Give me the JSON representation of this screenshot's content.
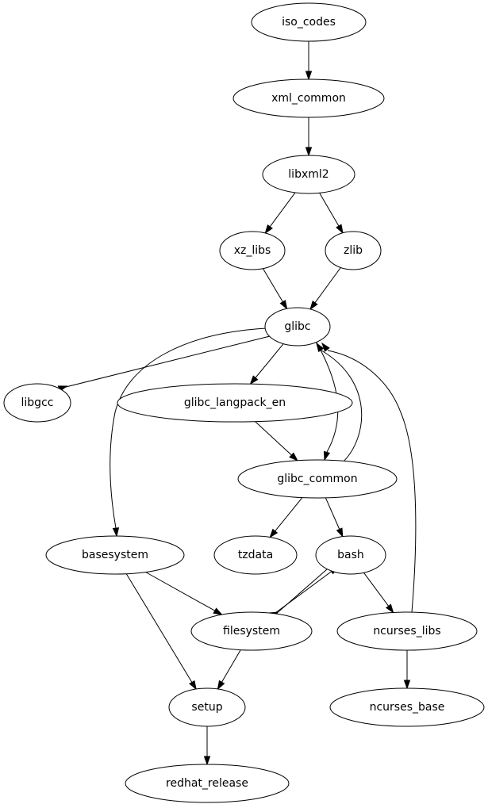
{
  "graph": {
    "type": "directed-dependency-graph",
    "nodes": [
      {
        "id": "iso_codes",
        "label": "iso_codes"
      },
      {
        "id": "xml_common",
        "label": "xml_common"
      },
      {
        "id": "libxml2",
        "label": "libxml2"
      },
      {
        "id": "xz_libs",
        "label": "xz_libs"
      },
      {
        "id": "zlib",
        "label": "zlib"
      },
      {
        "id": "glibc",
        "label": "glibc"
      },
      {
        "id": "libgcc",
        "label": "libgcc"
      },
      {
        "id": "glibc_langpack_en",
        "label": "glibc_langpack_en"
      },
      {
        "id": "glibc_common",
        "label": "glibc_common"
      },
      {
        "id": "basesystem",
        "label": "basesystem"
      },
      {
        "id": "tzdata",
        "label": "tzdata"
      },
      {
        "id": "bash",
        "label": "bash"
      },
      {
        "id": "filesystem",
        "label": "filesystem"
      },
      {
        "id": "ncurses_libs",
        "label": "ncurses_libs"
      },
      {
        "id": "setup",
        "label": "setup"
      },
      {
        "id": "ncurses_base",
        "label": "ncurses_base"
      },
      {
        "id": "redhat_release",
        "label": "redhat_release"
      }
    ],
    "edges": [
      {
        "from": "iso_codes",
        "to": "xml_common"
      },
      {
        "from": "xml_common",
        "to": "libxml2"
      },
      {
        "from": "libxml2",
        "to": "xz_libs"
      },
      {
        "from": "libxml2",
        "to": "zlib"
      },
      {
        "from": "xz_libs",
        "to": "glibc"
      },
      {
        "from": "zlib",
        "to": "glibc"
      },
      {
        "from": "glibc",
        "to": "libgcc"
      },
      {
        "from": "glibc",
        "to": "glibc_langpack_en"
      },
      {
        "from": "glibc",
        "to": "glibc_common"
      },
      {
        "from": "glibc",
        "to": "basesystem"
      },
      {
        "from": "glibc_common",
        "to": "glibc"
      },
      {
        "from": "ncurses_libs",
        "to": "glibc"
      },
      {
        "from": "glibc_langpack_en",
        "to": "glibc_common"
      },
      {
        "from": "glibc_common",
        "to": "tzdata"
      },
      {
        "from": "glibc_common",
        "to": "bash"
      },
      {
        "from": "basesystem",
        "to": "filesystem"
      },
      {
        "from": "basesystem",
        "to": "setup"
      },
      {
        "from": "bash",
        "to": "filesystem"
      },
      {
        "from": "filesystem",
        "to": "bash"
      },
      {
        "from": "bash",
        "to": "ncurses_libs"
      },
      {
        "from": "filesystem",
        "to": "setup"
      },
      {
        "from": "ncurses_libs",
        "to": "ncurses_base"
      },
      {
        "from": "setup",
        "to": "redhat_release"
      }
    ]
  }
}
